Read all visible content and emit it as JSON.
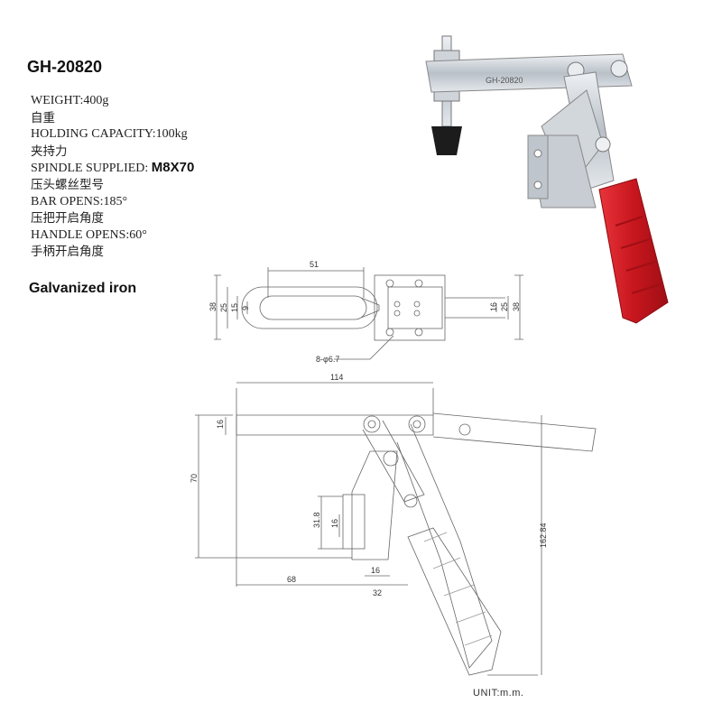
{
  "product": {
    "model": "GH-20820",
    "material": "Galvanized iron",
    "plate_text": "GH-20820"
  },
  "specs": [
    {
      "label": "WEIGHT:",
      "value": "400g",
      "cn": "自重"
    },
    {
      "label": "HOLDING CAPACITY:",
      "value": "100kg",
      "cn": "夹持力"
    },
    {
      "label": "SPINDLE SUPPLIED: ",
      "value": "M8X70",
      "cn": "压头螺丝型号",
      "bold_value": true
    },
    {
      "label": "BAR OPENS:",
      "value": "185°",
      "cn": "压把开启角度"
    },
    {
      "label": "HANDLE OPENS:",
      "value": "60°",
      "cn": "手柄开启角度"
    }
  ],
  "drawing": {
    "top_view": {
      "d51": "51",
      "d38l": "38",
      "d25l": "25",
      "d15": "15",
      "d9": "9",
      "d16r": "16",
      "d25r": "25",
      "d38r": "38",
      "holes": "8-φ6.7"
    },
    "side_view": {
      "d114": "114",
      "d16": "16",
      "d70": "70",
      "d31_8": "31.8",
      "d16b": "16",
      "d16c": "16",
      "d68": "68",
      "d32": "32",
      "d162_84": "162.84"
    },
    "unit": "UNIT:m.m."
  },
  "colors": {
    "handle": "#d42128",
    "metal": "#c9ced4",
    "line": "#666666"
  }
}
